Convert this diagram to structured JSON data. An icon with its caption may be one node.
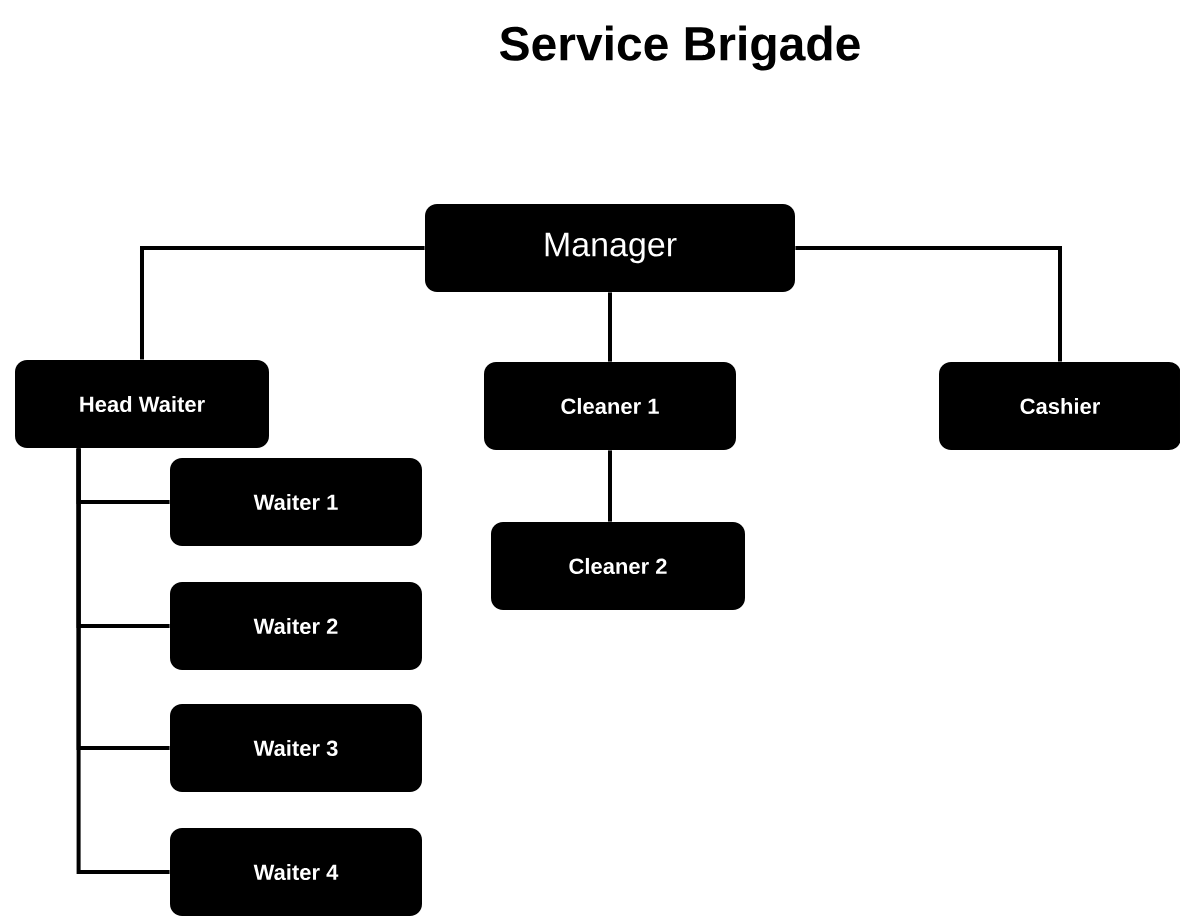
{
  "diagram": {
    "title": "Service Brigade",
    "nodes": [
      {
        "text": [
          "Manager"
        ]
      },
      {
        "text": [
          "Head Waiter"
        ]
      },
      {
        "text": [
          "Cleaner 1"
        ]
      },
      {
        "text": [
          "Cashier"
        ]
      },
      {
        "text": [
          "Cleaner 2"
        ]
      },
      {
        "text": [
          "Waiter 1"
        ]
      },
      {
        "text": [
          "Waiter 2"
        ]
      },
      {
        "text": [
          "Waiter 3"
        ]
      },
      {
        "text": [
          "Waiter 4"
        ]
      }
    ],
    "edges": [
      {
        "from": 0,
        "to": 1,
        "arrow": "none"
      },
      {
        "from": 0,
        "to": 2,
        "arrow": "none"
      },
      {
        "from": 0,
        "to": 3,
        "arrow": "none"
      },
      {
        "from": 2,
        "to": 4,
        "arrow": "none"
      },
      {
        "from": 1,
        "to": 5,
        "arrow": "none"
      },
      {
        "from": 1,
        "to": 6,
        "arrow": "none"
      },
      {
        "from": 1,
        "to": 7,
        "arrow": "none"
      },
      {
        "from": 1,
        "to": 8,
        "arrow": "none"
      }
    ]
  }
}
